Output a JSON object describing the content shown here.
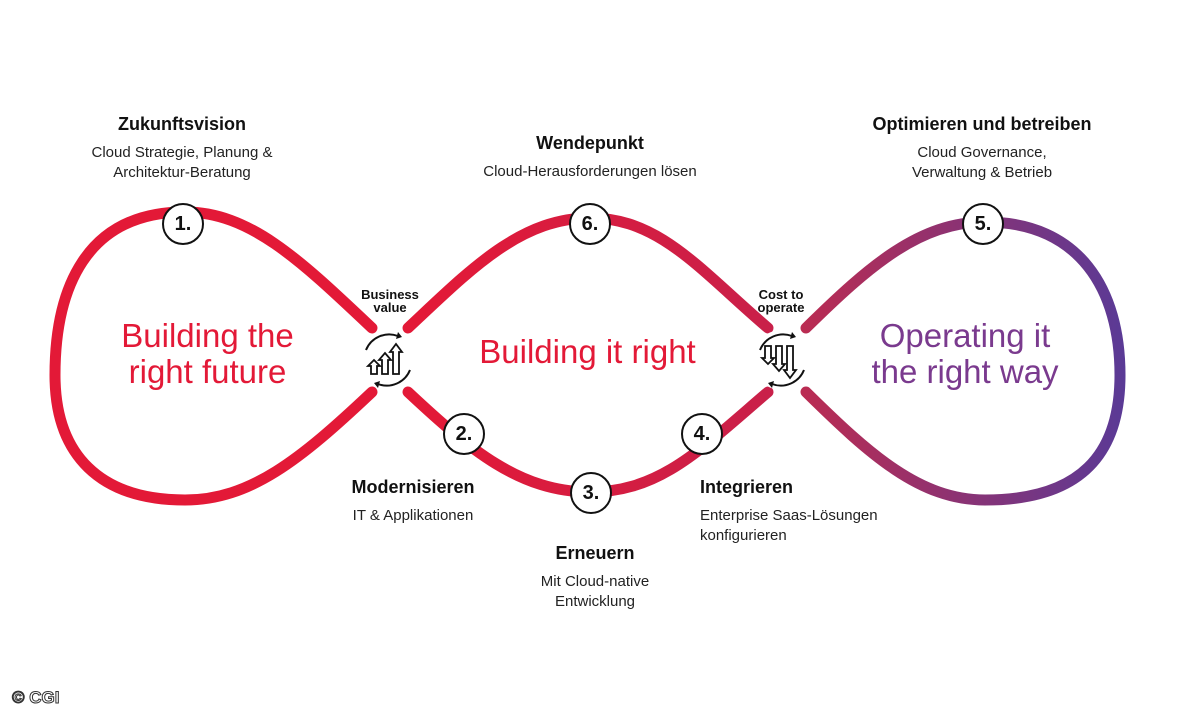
{
  "colors": {
    "red": "#e31937",
    "purple": "#5a3a96",
    "mid": "#a2205a"
  },
  "icons": {
    "business_value": "bar-chart-up-cycle-icon",
    "cost_to_operate": "bar-chart-down-cycle-icon"
  },
  "steps": [
    {
      "num": "1.",
      "title": "Zukunftsvision",
      "subtitle": "Cloud Strategie, Planung &\nArchitektur-Beratung"
    },
    {
      "num": "2.",
      "title": "Modernisieren",
      "subtitle": "IT & Applikationen"
    },
    {
      "num": "3.",
      "title": "Erneuern",
      "subtitle": "Mit Cloud-native\nEntwicklung"
    },
    {
      "num": "4.",
      "title": "Integrieren",
      "subtitle": "Enterprise Saas-Lösungen\nkonfigurieren"
    },
    {
      "num": "5.",
      "title": "Optimieren und betreiben",
      "subtitle": "Cloud Governance,\nVerwaltung & Betrieb"
    },
    {
      "num": "6.",
      "title": "Wendepunkt",
      "subtitle": "Cloud-Herausforderungen lösen"
    }
  ],
  "phases": {
    "left": "Building the\nright future",
    "center": "Building it right",
    "right": "Operating it\nthe right way"
  },
  "crossings": {
    "left": "Business\nvalue",
    "right": "Cost to\noperate"
  },
  "copyright": "© CGI"
}
